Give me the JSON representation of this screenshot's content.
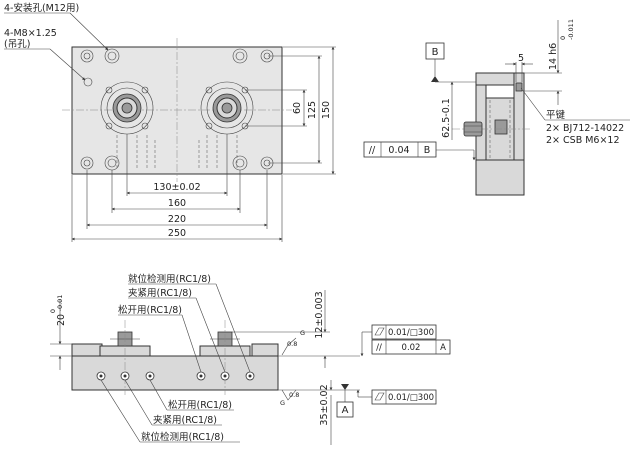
{
  "top_view": {
    "callout_mount_holes": "4-安装孔(M12用)",
    "callout_lift_holes_thread": "4-M8×1.25",
    "callout_lift_holes_note": "(吊孔)",
    "dim_130": "130±0.02",
    "dim_160": "160",
    "dim_220": "220",
    "dim_250": "250",
    "dim_60": "60",
    "dim_125": "125",
    "dim_150": "150"
  },
  "side_view": {
    "datum_b": "B",
    "dim_62_5": "62.5-0.1",
    "dim_5": "5",
    "dim_14": "14 h6",
    "dim_14_tol_upper": "0",
    "dim_14_tol_lower": "-0.011",
    "key_title": "平键",
    "key_line1": "2× BJ712-14022",
    "key_line2": "2× CSB M6×12",
    "fcf_symbol": "//",
    "fcf_value": "0.04",
    "fcf_datum": "B"
  },
  "front_view": {
    "port_seat_check_top": "就位检测用(RC1/8)",
    "port_clamp_top": "夹紧用(RC1/8)",
    "port_release_top": "松开用(RC1/8)",
    "port_release_bottom": "松开用(RC1/8)",
    "port_clamp_bottom": "夹紧用(RC1/8)",
    "port_seat_check_bottom": "就位检测用(RC1/8)",
    "dim_20": "20",
    "dim_20_tol_upper": "0",
    "dim_20_tol_lower": "-0.01",
    "dim_12": "12±0.003",
    "dim_35": "35±0.02",
    "surface_finish": "0.8",
    "datum_a": "A",
    "fcf1_value": "0.01/□300",
    "fcf2_symbol": "//",
    "fcf2_value": "0.02",
    "fcf2_datum": "A",
    "fcf3_value": "0.01/□300"
  }
}
